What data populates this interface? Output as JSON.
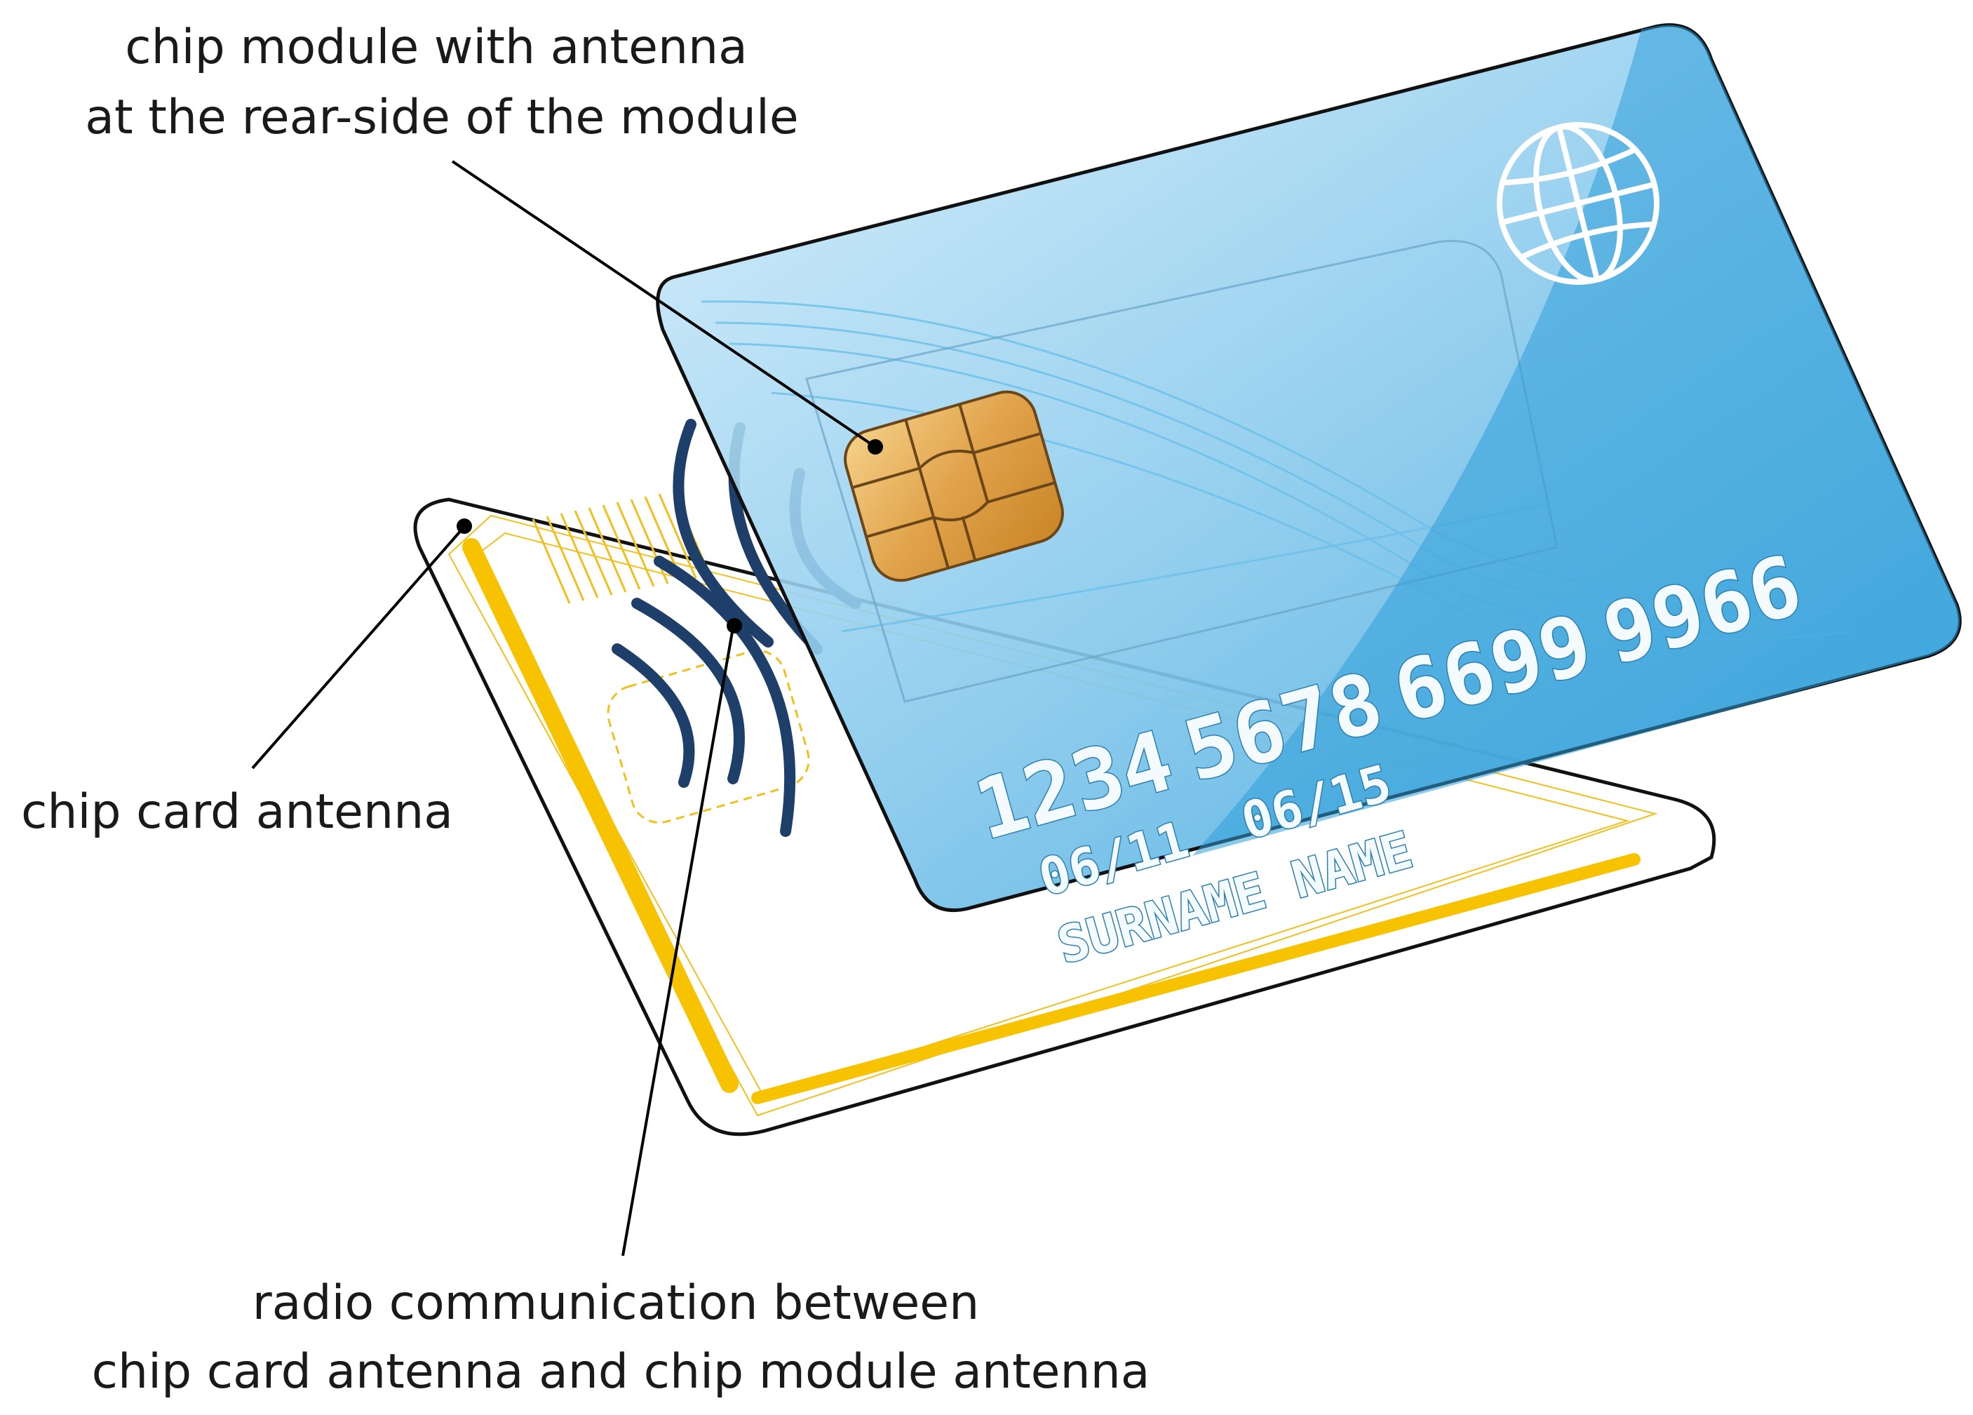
{
  "labels": {
    "chip_module": [
      "chip module with antenna",
      "at the rear-side of the module"
    ],
    "card_antenna": "chip card antenna",
    "radio": [
      "radio communication between",
      "chip card antenna and chip module antenna"
    ]
  },
  "card": {
    "number": [
      "1234",
      "5678",
      "6699",
      "9966"
    ],
    "valid_from": "06/11",
    "valid_to": "06/15",
    "holder": "SURNAME NAME"
  },
  "icons": [
    "globe-icon",
    "chip-icon",
    "radio-waves-icon"
  ],
  "colors": {
    "card_blue": "#4aaee0",
    "card_blue_light": "#bfe2f5",
    "antenna_yellow": "#f7c300",
    "chip_gold": "#e3a64a",
    "wave_navy": "#1f3f6b",
    "outline": "#111111"
  }
}
